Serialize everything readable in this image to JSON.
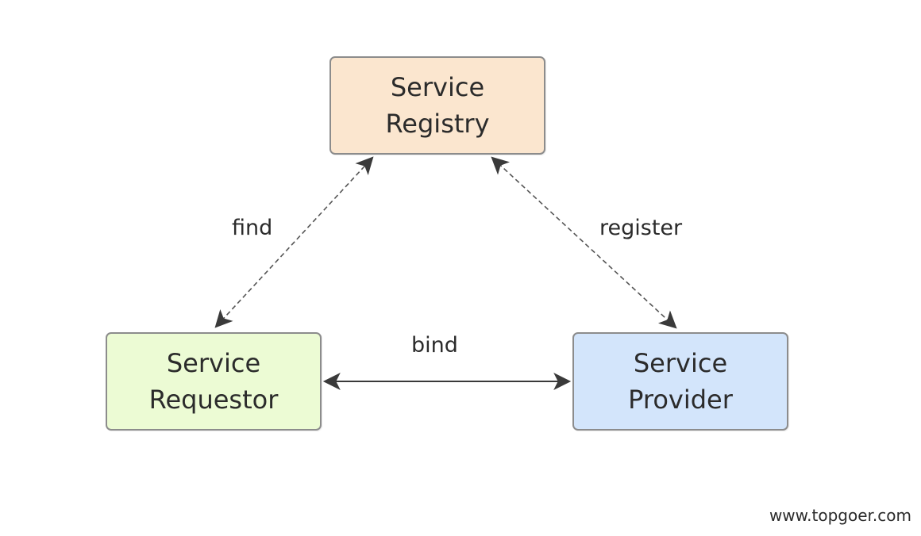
{
  "nodes": {
    "registry": {
      "line1": "Service",
      "line2": "Registry"
    },
    "requestor": {
      "line1": "Service",
      "line2": "Requestor"
    },
    "provider": {
      "line1": "Service",
      "line2": "Provider"
    }
  },
  "edges": {
    "find": "find",
    "register": "register",
    "bind": "bind"
  },
  "watermark": "www.topgoer.com",
  "colors": {
    "registry_fill": "#fbe6cf",
    "requestor_fill": "#ecfbd4",
    "provider_fill": "#d3e5fb",
    "border": "#8c8c8c",
    "arrow": "#3a3a3a"
  }
}
